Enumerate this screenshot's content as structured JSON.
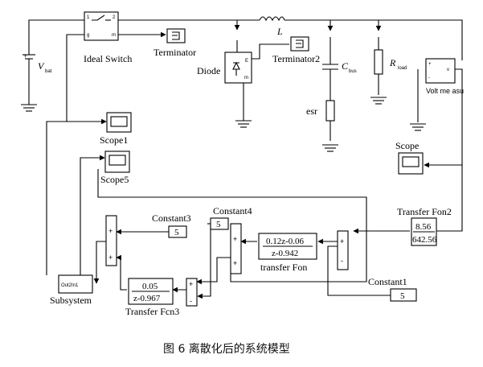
{
  "blocks": {
    "ideal_switch": "Ideal Switch",
    "switch_port_1": "1",
    "switch_port_2": "2",
    "switch_port_g": "g",
    "switch_port_m": "m",
    "terminator": "Terminator",
    "terminator2": "Terminator2",
    "diode": "Diode",
    "inductor": "L",
    "cbus": "C",
    "cbus_sub": "bus",
    "esr": "esr",
    "vbat": "V",
    "vbat_sub": "bat",
    "rload": "R",
    "rload_sub": "load",
    "voltmeter": "Volt me asu",
    "scope1": "Scope1",
    "scope5": "Scope5",
    "scope": "Scope",
    "constant3": "Constant3",
    "constant3_value": "5",
    "constant4": "Constant4",
    "constant4_value": "5",
    "constant1": "Constant1",
    "constant1_value": "5",
    "transfer_fon": "transfer Fon",
    "transfer_fon_num": "0.12z-0.06",
    "transfer_fon_den": "z-0.942",
    "transfer_fcn3": "Transfer Fcn3",
    "transfer_fcn3_num": "0.05",
    "transfer_fcn3_den": "z-0.967",
    "transfer_fon2": "Transfer Fon2",
    "transfer_fon2_num": "8.56",
    "transfer_fon2_den": "642.56",
    "subsystem": "Subsystem",
    "subsystem_port": "Out2In1",
    "plus": "+",
    "minus": "-"
  },
  "caption": "图 6   离散化后的系统模型"
}
